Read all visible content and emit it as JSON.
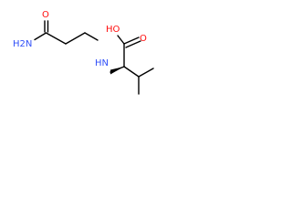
{
  "atoms": {
    "amide_o": {
      "text": "O",
      "color": "#ff0d0d"
    },
    "amide_n": {
      "text": "H2N",
      "color": "#3050f8"
    },
    "amine_n": {
      "text": "HN",
      "color": "#3050f8"
    },
    "acid_oh": {
      "text": "HO",
      "color": "#ff0d0d"
    },
    "acid_o": {
      "text": "O",
      "color": "#ff0d0d"
    }
  },
  "colors": {
    "bond": "#000000",
    "oxygen": "#ff0d0d",
    "nitrogen": "#3050f8",
    "background": "#ffffff"
  }
}
